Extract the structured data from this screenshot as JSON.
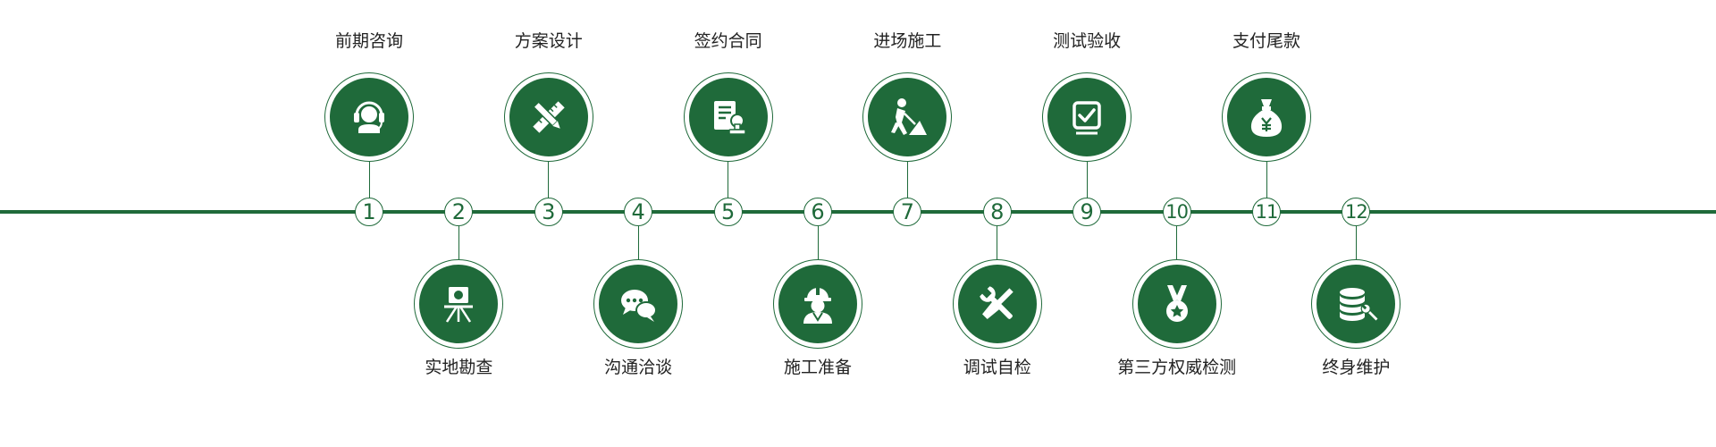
{
  "colors": {
    "primary": "#1f6a3a",
    "text": "#222222",
    "background": "#ffffff"
  },
  "steps": [
    {
      "number": "1",
      "label": "前期咨询",
      "icon": "headset-icon"
    },
    {
      "number": "2",
      "label": "实地勘查",
      "icon": "survey-instrument-icon"
    },
    {
      "number": "3",
      "label": "方案设计",
      "icon": "pencil-ruler-icon"
    },
    {
      "number": "4",
      "label": "沟通洽谈",
      "icon": "chat-bubbles-icon"
    },
    {
      "number": "5",
      "label": "签约合同",
      "icon": "contract-stamp-icon"
    },
    {
      "number": "6",
      "label": "施工准备",
      "icon": "worker-helmet-icon"
    },
    {
      "number": "7",
      "label": "进场施工",
      "icon": "construction-worker-icon"
    },
    {
      "number": "8",
      "label": "调试自检",
      "icon": "tools-icon"
    },
    {
      "number": "9",
      "label": "测试验收",
      "icon": "checkbox-icon"
    },
    {
      "number": "10",
      "label": "第三方权威检测",
      "icon": "medal-icon"
    },
    {
      "number": "11",
      "label": "支付尾款",
      "icon": "money-bag-icon"
    },
    {
      "number": "12",
      "label": "终身维护",
      "icon": "database-wrench-icon"
    }
  ]
}
